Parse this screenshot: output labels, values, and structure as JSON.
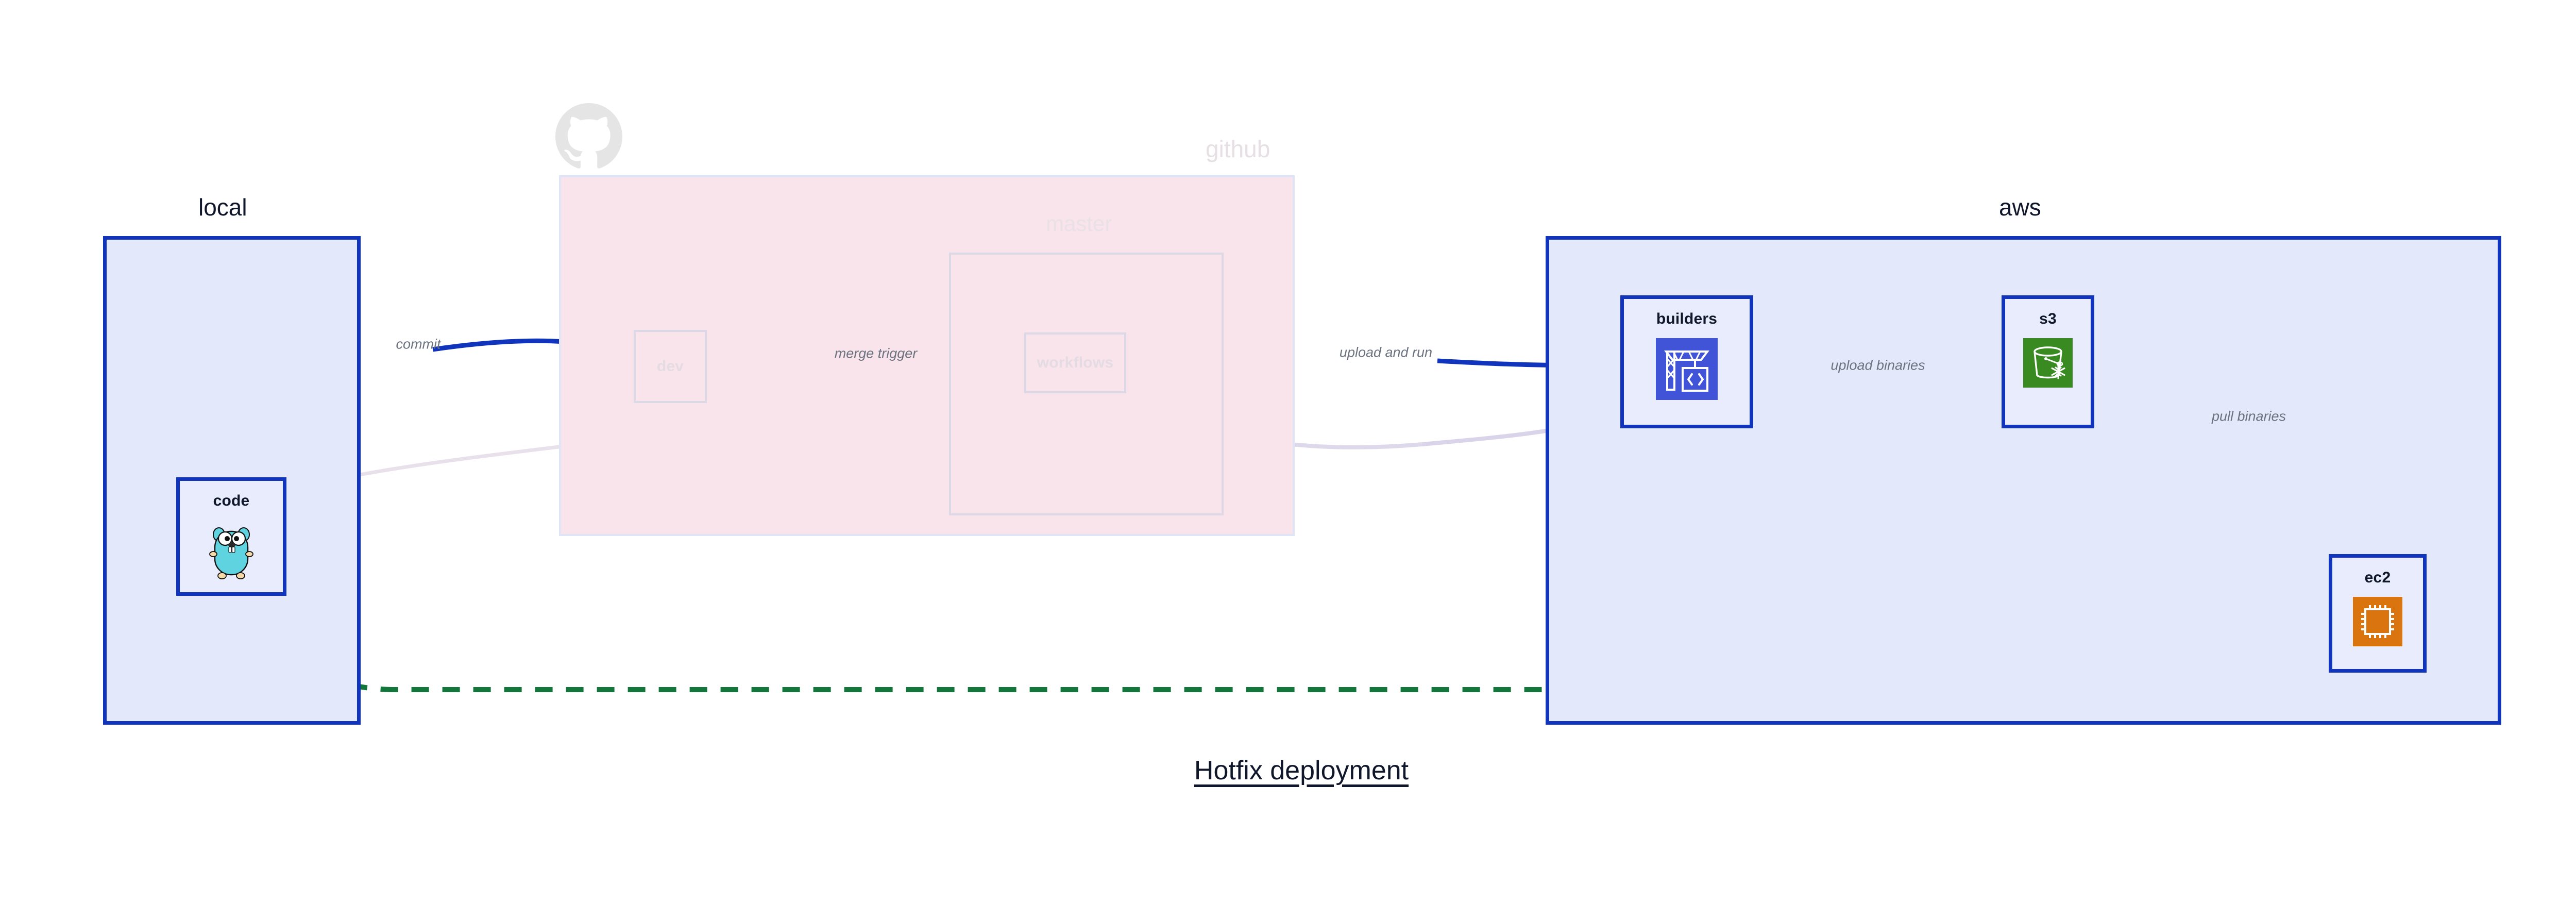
{
  "diagram": {
    "title": "Hotfix deployment",
    "title_underlined": true
  },
  "colors": {
    "group_blue_border": "#1034bb",
    "group_blue_fill": "#e3e8fb",
    "github_fill": "#f8e4ea",
    "github_border": "#dfe5f7",
    "faded_border": "#ddd8e6",
    "faded_text": "#e4dce2",
    "edge_active": "#1034bb",
    "edge_faded": "#ded9ea",
    "edge_hotfix": "#13763a",
    "label_text": "#6b7280",
    "node_fill": "#e8ecfc",
    "gopher_cyan": "#5fd3e0",
    "codebuild_indigo": "#4153d6",
    "s3_green": "#3a8a22",
    "ec2_orange": "#d9740f"
  },
  "groups": [
    {
      "id": "local",
      "label": "local",
      "faded": false
    },
    {
      "id": "github",
      "label": "github",
      "faded": true
    },
    {
      "id": "aws",
      "label": "aws",
      "faded": false
    }
  ],
  "subgroups": [
    {
      "id": "master",
      "label": "master",
      "parent": "github",
      "faded": true
    }
  ],
  "nodes": [
    {
      "id": "code",
      "label": "code",
      "group": "local",
      "icon": "go-gopher-icon",
      "faded": false
    },
    {
      "id": "dev",
      "label": "dev",
      "group": "github",
      "icon": "none",
      "faded": true
    },
    {
      "id": "workflows",
      "label": "workflows",
      "group": "master",
      "icon": "none",
      "faded": true
    },
    {
      "id": "builders",
      "label": "builders",
      "group": "aws",
      "icon": "aws-codebuild-icon",
      "faded": false
    },
    {
      "id": "s3",
      "label": "s3",
      "group": "aws",
      "icon": "aws-s3-glacier-icon",
      "faded": false
    },
    {
      "id": "ec2",
      "label": "ec2",
      "group": "aws",
      "icon": "aws-ec2-icon",
      "faded": false
    }
  ],
  "edges": [
    {
      "id": "commit",
      "label": "commit",
      "from": "code",
      "to": "dev",
      "style": "solid",
      "state": "active"
    },
    {
      "id": "merge-trigger",
      "label": "merge trigger",
      "from": "dev",
      "to": "workflows",
      "style": "solid",
      "state": "active"
    },
    {
      "id": "upload-and-run",
      "label": "upload and run",
      "from": "workflows",
      "to": "builders",
      "style": "solid",
      "state": "active"
    },
    {
      "id": "upload-binaries",
      "label": "upload binaries",
      "from": "builders",
      "to": "s3",
      "style": "solid",
      "state": "active"
    },
    {
      "id": "pull-binaries",
      "label": "pull binaries",
      "from": "s3",
      "to": "ec2",
      "style": "solid",
      "state": "active"
    },
    {
      "id": "hotfix-direct",
      "label": "",
      "from": "code",
      "to": "ec2",
      "style": "dashed",
      "state": "hotfix"
    },
    {
      "id": "faded-a",
      "label": "",
      "from": "code",
      "to": "dev",
      "style": "solid",
      "state": "faded"
    },
    {
      "id": "faded-b",
      "label": "",
      "from": "dev",
      "to": "workflows",
      "style": "solid",
      "state": "faded"
    },
    {
      "id": "faded-c",
      "label": "",
      "from": "workflows",
      "to": "builders",
      "style": "solid",
      "state": "faded"
    }
  ]
}
